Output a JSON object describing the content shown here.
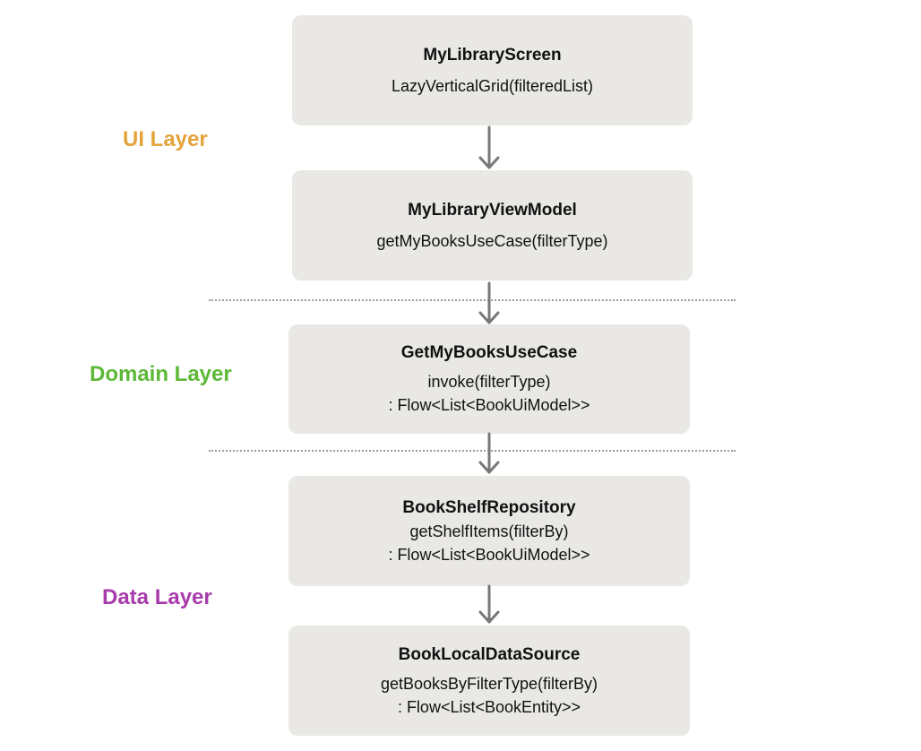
{
  "layers": {
    "ui": {
      "label": "UI Layer",
      "color": "#e3a33a"
    },
    "domain": {
      "label": "Domain Layer",
      "color": "#5cb836"
    },
    "data": {
      "label": "Data Layer",
      "color": "#a83bab"
    }
  },
  "boxes": [
    {
      "title": "MyLibraryScreen",
      "lines": [
        "LazyVerticalGrid(filteredList)"
      ]
    },
    {
      "title": "MyLibraryViewModel",
      "lines": [
        "getMyBooksUseCase(filterType)"
      ]
    },
    {
      "title": "GetMyBooksUseCase",
      "lines": [
        "invoke(filterType)",
        ": Flow<List<BookUiModel>>"
      ]
    },
    {
      "title": "BookShelfRepository",
      "lines": [
        "getShelfItems(filterBy)",
        ": Flow<List<BookUiModel>>"
      ]
    },
    {
      "title": "BookLocalDataSource",
      "lines": [
        "getBooksByFilterType(filterBy)",
        ": Flow<List<BookEntity>>"
      ]
    }
  ],
  "colors": {
    "box_fill": "#e9e8e5",
    "arrow": "#777777",
    "divider": "#9a9a9a"
  }
}
